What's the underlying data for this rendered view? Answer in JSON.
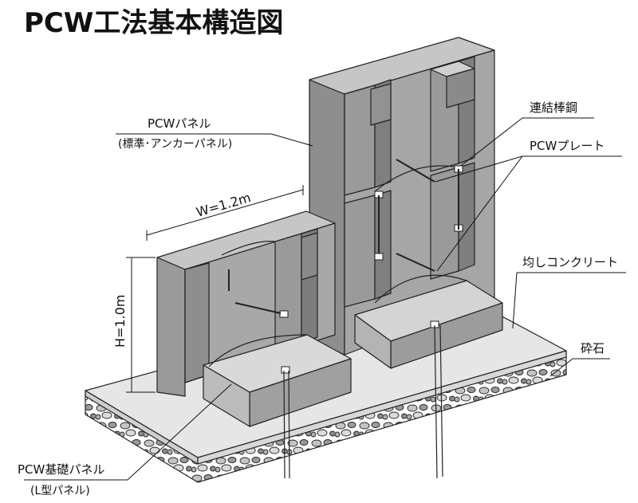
{
  "title": "PCW工法基本構造図",
  "labels": {
    "pcw_panel": "PCWパネル",
    "pcw_panel_sub": "(標準･アンカーパネル)",
    "connecting_rebar": "連結棒鋼",
    "pcw_plate": "PCWプレート",
    "leveling_concrete": "均しコンクリート",
    "crushed_stone": "砕石",
    "foundation_panel": "PCW基礎パネル",
    "foundation_panel_sub": "(L型パネル)"
  },
  "dimensions": {
    "width": "W=1.2m",
    "height": "H=1.0m"
  },
  "colors": {
    "panel_front": "#a9a9a9",
    "panel_side": "#8c8c8c",
    "panel_top": "#c7c7c7",
    "panel_dark": "#7a7a7a",
    "slab_top": "#e6e6e6",
    "slab_front": "#d0d0d0",
    "gravel": "#bdbdbd"
  }
}
